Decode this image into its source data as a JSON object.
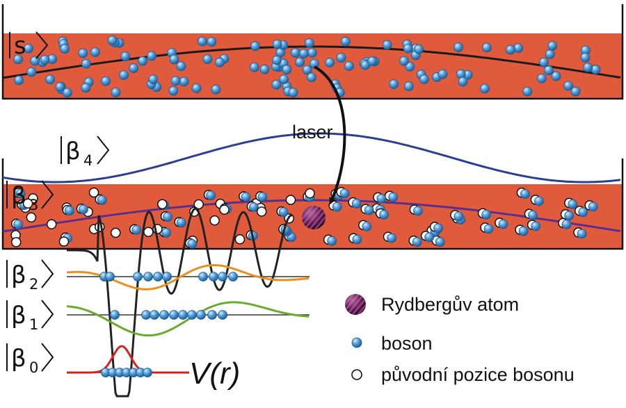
{
  "states": {
    "s": "s",
    "beta": "β",
    "b4_sub": "4",
    "b3_sub": "3",
    "b2_sub": "2",
    "b1_sub": "1",
    "b0_sub": "0"
  },
  "arrow_label": "laser",
  "potential_label_prefix": "V(",
  "potential_label_var": "r",
  "potential_label_suffix": ")",
  "legend": {
    "rydberg": "Rydbergův atom",
    "boson": "boson",
    "original": "původní pozice bosonu"
  },
  "colors": {
    "condensate": "#e05a3c",
    "boson": "#4a90d0",
    "rydberg": "#6a2a55",
    "curve_s": "#1a1a1a",
    "curve_b4": "#2a3e94",
    "curve_b3": "#5a2f8c",
    "curve_b2": "#e8901e",
    "curve_b1": "#6aaa2c",
    "curve_b0": "#d8231c",
    "potential": "#222222"
  }
}
